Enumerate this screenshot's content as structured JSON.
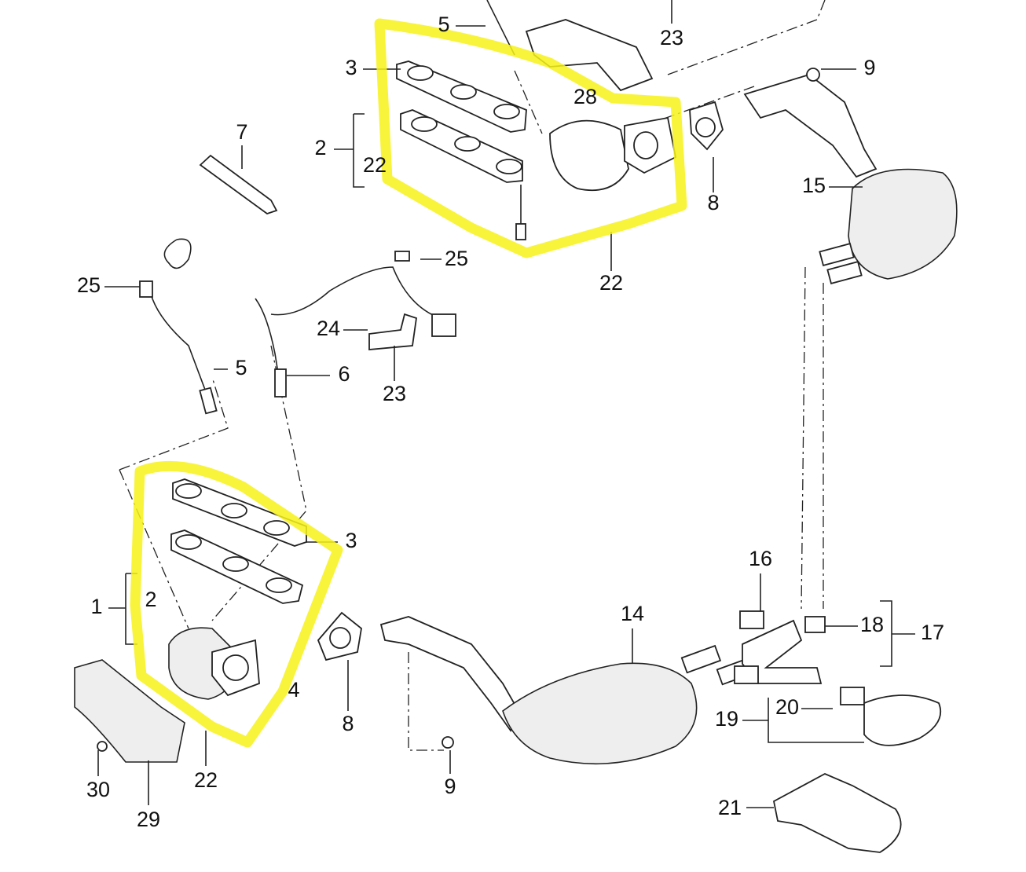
{
  "diagram": {
    "type": "exploded parts diagram - exhaust system",
    "highlight_color": "#f7f21a",
    "callouts": [
      {
        "id": "top-5",
        "text": "5"
      },
      {
        "id": "top-23",
        "text": "23"
      },
      {
        "id": "top-9",
        "text": "9"
      },
      {
        "id": "top-3",
        "text": "3"
      },
      {
        "id": "top-28",
        "text": "28"
      },
      {
        "id": "top-2",
        "text": "2"
      },
      {
        "id": "top-22a",
        "text": "22"
      },
      {
        "id": "tube-7",
        "text": "7"
      },
      {
        "id": "top-8",
        "text": "8"
      },
      {
        "id": "muffler-15",
        "text": "15"
      },
      {
        "id": "clip-25a",
        "text": "25"
      },
      {
        "id": "top-22b",
        "text": "22"
      },
      {
        "id": "clip-25b",
        "text": "25"
      },
      {
        "id": "sensor-5",
        "text": "5"
      },
      {
        "id": "nut-24",
        "text": "24"
      },
      {
        "id": "sensor-6",
        "text": "6"
      },
      {
        "id": "bracket-23",
        "text": "23"
      },
      {
        "id": "bottom-3",
        "text": "3"
      },
      {
        "id": "bottom-1",
        "text": "1"
      },
      {
        "id": "bottom-2",
        "text": "2"
      },
      {
        "id": "bottom-4",
        "text": "4"
      },
      {
        "id": "bottom-8",
        "text": "8"
      },
      {
        "id": "muffler-14",
        "text": "14"
      },
      {
        "id": "clamp-16",
        "text": "16"
      },
      {
        "id": "clamp-18",
        "text": "18"
      },
      {
        "id": "group-17",
        "text": "17"
      },
      {
        "id": "group-19",
        "text": "19"
      },
      {
        "id": "clamp-20",
        "text": "20"
      },
      {
        "id": "tailpipe-21",
        "text": "21"
      },
      {
        "id": "bottom-22",
        "text": "22"
      },
      {
        "id": "bottom-9",
        "text": "9"
      },
      {
        "id": "bolt-30",
        "text": "30"
      },
      {
        "id": "shield-29",
        "text": "29"
      }
    ]
  }
}
